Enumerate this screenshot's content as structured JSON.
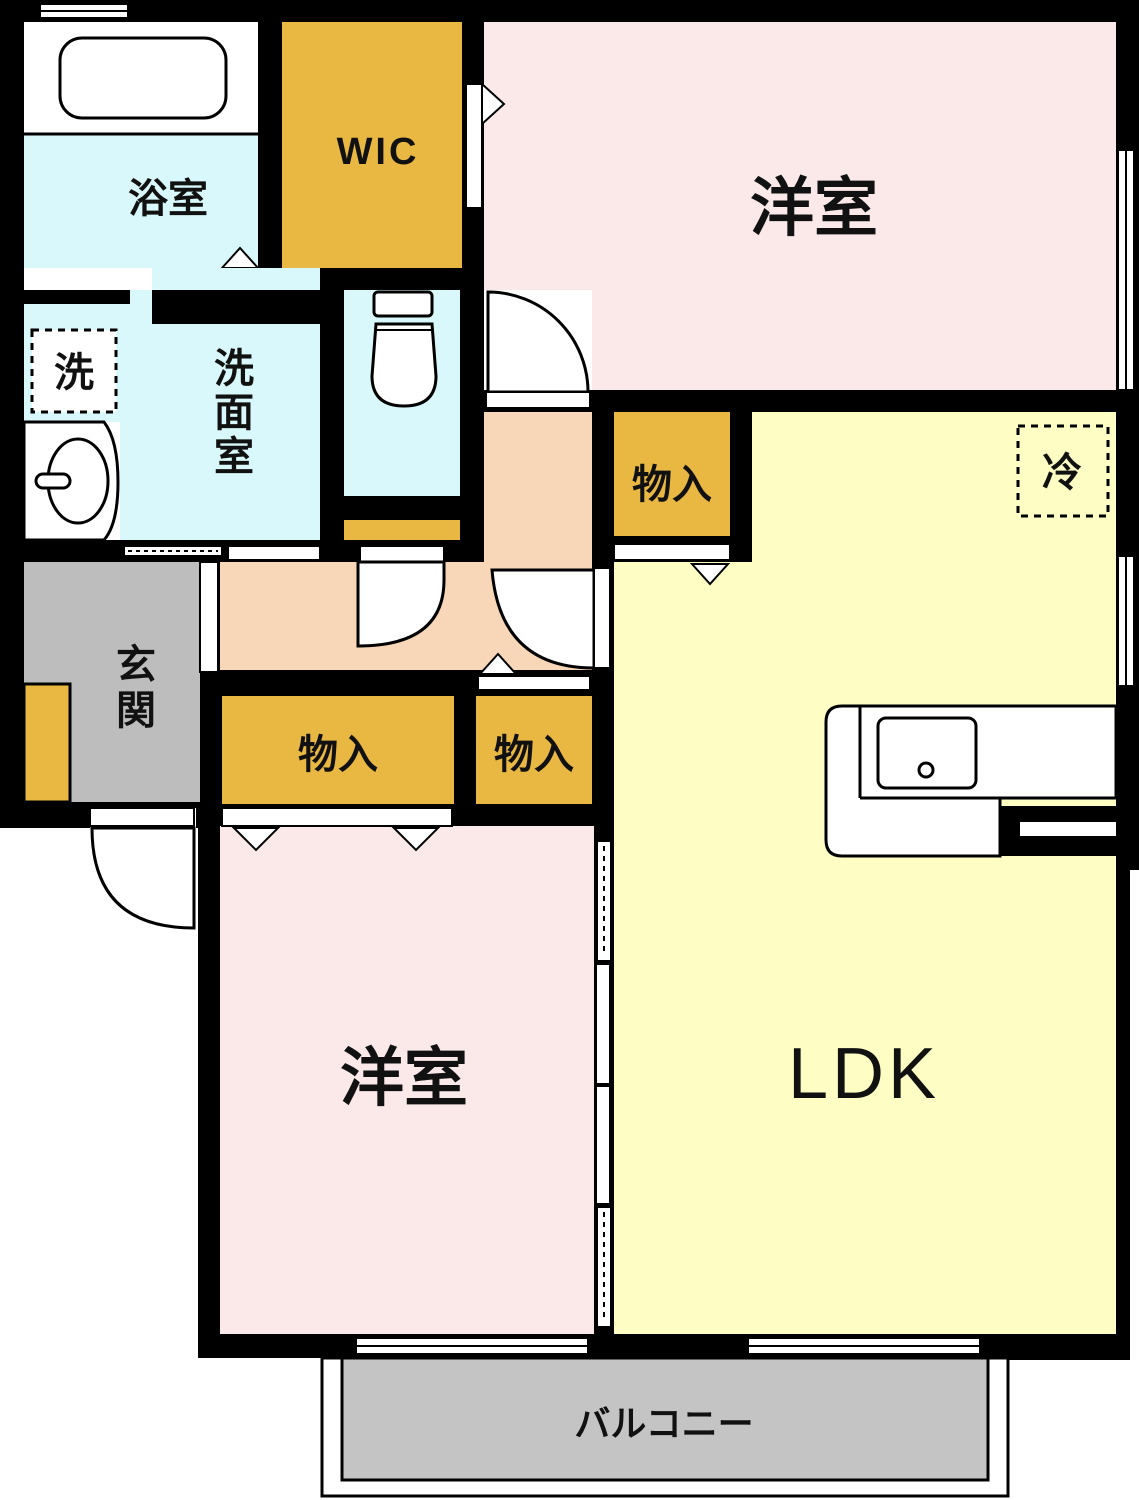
{
  "colors": {
    "wall": "#000000",
    "western_room": "#fbe9e9",
    "ldk": "#fdfdc4",
    "storage": "#e9b843",
    "wet_area": "#d8f8fb",
    "hallway": "#f8d7b9",
    "entrance": "#bdbdbd",
    "balcony": "#c4c4c4"
  },
  "rooms": {
    "western_room_top": "洋室",
    "western_room_bottom": "洋室",
    "ldk": "LDK",
    "bathroom": "浴室",
    "walk_in_closet": "WIC",
    "washroom": [
      "洗",
      "面",
      "室"
    ],
    "washer_space": "洗",
    "entrance": [
      "玄",
      "関"
    ],
    "storage_kitchen": "物入",
    "storage_hall_left": "物入",
    "storage_hall_right": "物入",
    "fridge_space": "冷",
    "balcony": "バルコニー"
  }
}
